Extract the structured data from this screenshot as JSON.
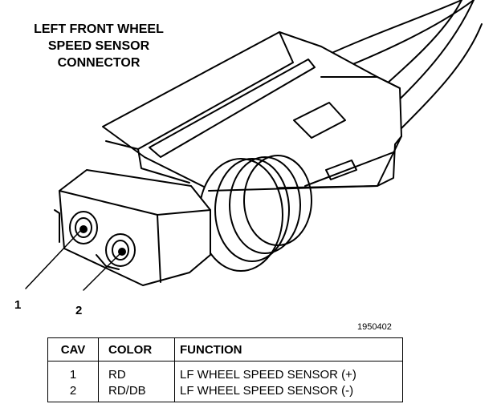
{
  "title": {
    "lines": [
      "LEFT FRONT WHEEL",
      "SPEED SENSOR",
      "CONNECTOR"
    ]
  },
  "callouts": [
    "1",
    "2"
  ],
  "figure_id": "1950402",
  "table": {
    "headers": [
      "CAV",
      "COLOR",
      "FUNCTION"
    ],
    "rows": [
      {
        "cav": "1",
        "color": "RD",
        "function": "LF WHEEL SPEED SENSOR (+)"
      },
      {
        "cav": "2",
        "color": "RD/DB",
        "function": "LF WHEEL SPEED SENSOR (-)"
      }
    ]
  }
}
